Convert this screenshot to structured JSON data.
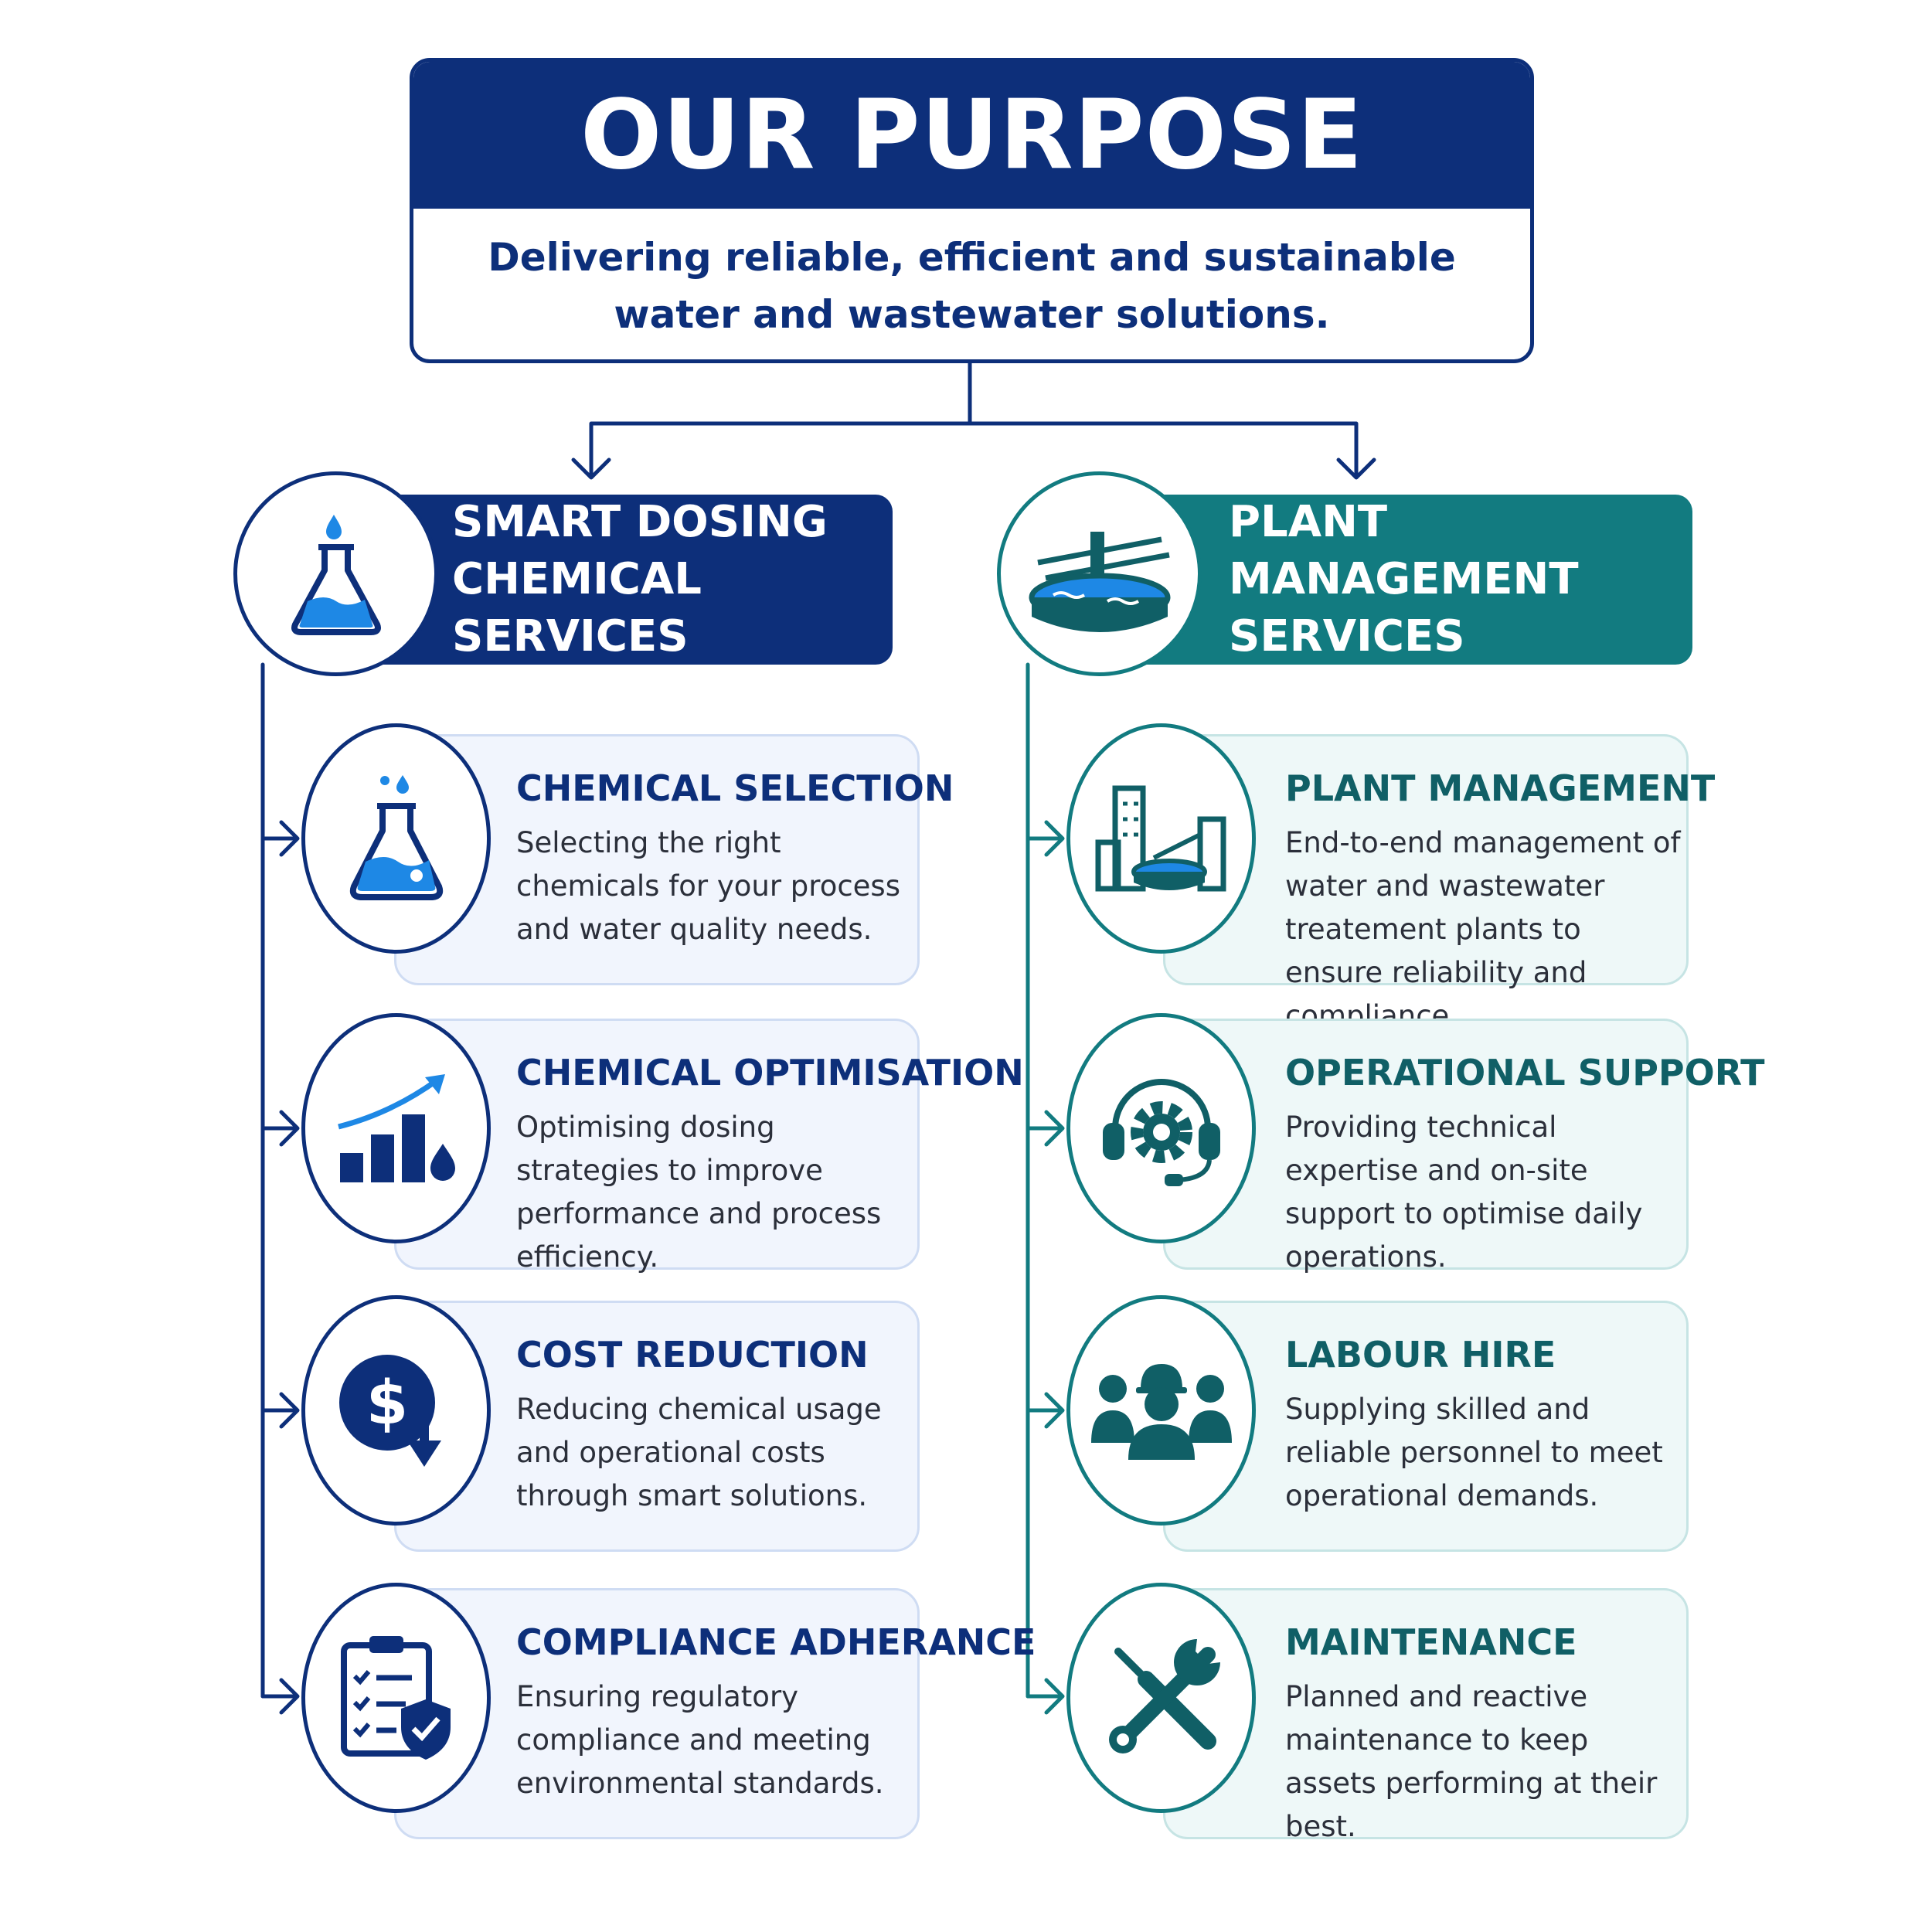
{
  "purpose": {
    "title": "OUR PURPOSE",
    "subtitle": "Delivering reliable, efficient and sustainable water and wastewater solutions."
  },
  "colors": {
    "navy": "#0d2f7a",
    "teal": "#127b80",
    "accent_blue": "#1e88e5"
  },
  "left": {
    "title": "SMART DOSING\nCHEMICAL SERVICES",
    "icon": "flask-icon",
    "items": [
      {
        "title": "CHEMICAL SELECTION",
        "desc": "Selecting the right chemicals for your process and water quality needs.",
        "icon": "flask-icon"
      },
      {
        "title": "CHEMICAL OPTIMISATION",
        "desc": "Optimising dosing strategies to improve performance and process efficiency.",
        "icon": "growth-chart-icon"
      },
      {
        "title": "COST REDUCTION",
        "desc": "Reducing chemical usage and operational costs through smart solutions.",
        "icon": "cost-down-icon"
      },
      {
        "title": "COMPLIANCE ADHERANCE",
        "desc": "Ensuring regulatory compliance and meeting environmental standards.",
        "icon": "clipboard-shield-icon"
      }
    ]
  },
  "right": {
    "title": "PLANT MANAGEMENT\nSERVICES",
    "icon": "treatment-tank-icon",
    "items": [
      {
        "title": "PLANT MANAGEMENT",
        "desc": "End-to-end management of water and wastewater treatement plants to ensure reliability and compliance.",
        "icon": "plant-icon"
      },
      {
        "title": "OPERATIONAL SUPPORT",
        "desc": "Providing technical expertise and on-site support to optimise daily operations.",
        "icon": "gear-headset-icon"
      },
      {
        "title": "LABOUR HIRE",
        "desc": "Supplying skilled and reliable personnel to meet operational demands.",
        "icon": "workers-icon"
      },
      {
        "title": "MAINTENANCE",
        "desc": "Planned and reactive maintenance to keep assets performing at their best.",
        "icon": "tools-icon"
      }
    ]
  }
}
